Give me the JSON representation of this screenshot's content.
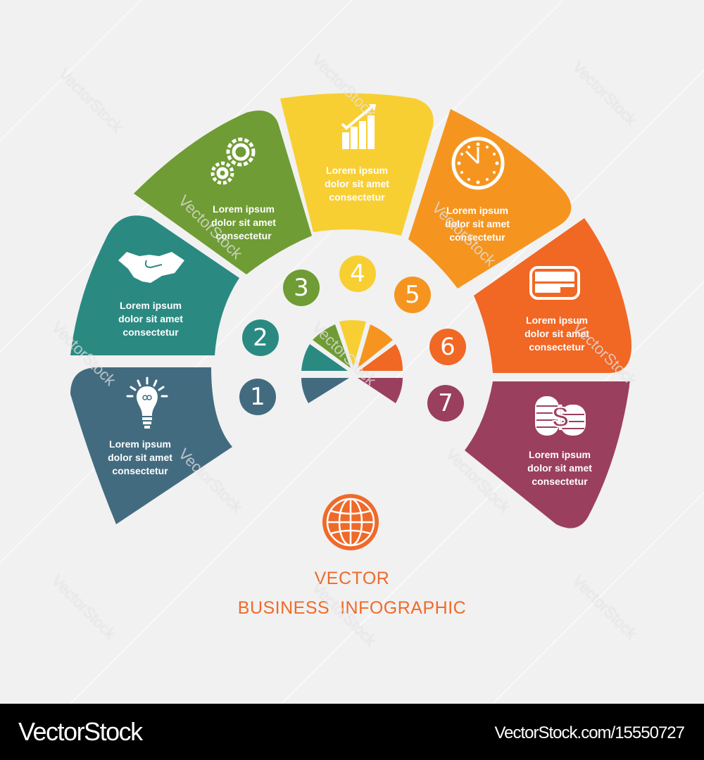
{
  "colors": {
    "background": "#f1f1f1",
    "step1": "#436b80",
    "step2": "#2a8a82",
    "step3": "#6f9c34",
    "step4": "#f8cf33",
    "step5": "#f5951f",
    "step6": "#f16724",
    "step7": "#9b3f5e",
    "title": "#ef6a2a"
  },
  "segments": [
    {
      "number": "1",
      "icon": "lightbulb-icon",
      "line1": "Lorem ipsum",
      "line2": "dolor sit amet",
      "line3": "consectetur"
    },
    {
      "number": "2",
      "icon": "handshake-icon",
      "line1": "Lorem ipsum",
      "line2": "dolor sit amet",
      "line3": "consectetur"
    },
    {
      "number": "3",
      "icon": "gears-icon",
      "line1": "Lorem ipsum",
      "line2": "dolor sit amet",
      "line3": "consectetur"
    },
    {
      "number": "4",
      "icon": "growth-chart-icon",
      "line1": "Lorem ipsum",
      "line2": "dolor sit amet",
      "line3": "consectetur"
    },
    {
      "number": "5",
      "icon": "clock-icon",
      "line1": "Lorem ipsum",
      "line2": "dolor sit amet",
      "line3": "consectetur"
    },
    {
      "number": "6",
      "icon": "credit-card-icon",
      "line1": "Lorem ipsum",
      "line2": "dolor sit amet",
      "line3": "consectetur"
    },
    {
      "number": "7",
      "icon": "dollar-coins-icon",
      "line1": "Lorem ipsum",
      "line2": "dolor sit amet",
      "line3": "consectetur"
    }
  ],
  "center_icon": "globe-icon",
  "title": {
    "line1": "VECTOR",
    "line2": "BUSINESS  INFOGRAPHIC"
  },
  "watermark": "VectorStock",
  "footer": {
    "brand": "VectorStock",
    "url": "VectorStock.com/15550727"
  }
}
